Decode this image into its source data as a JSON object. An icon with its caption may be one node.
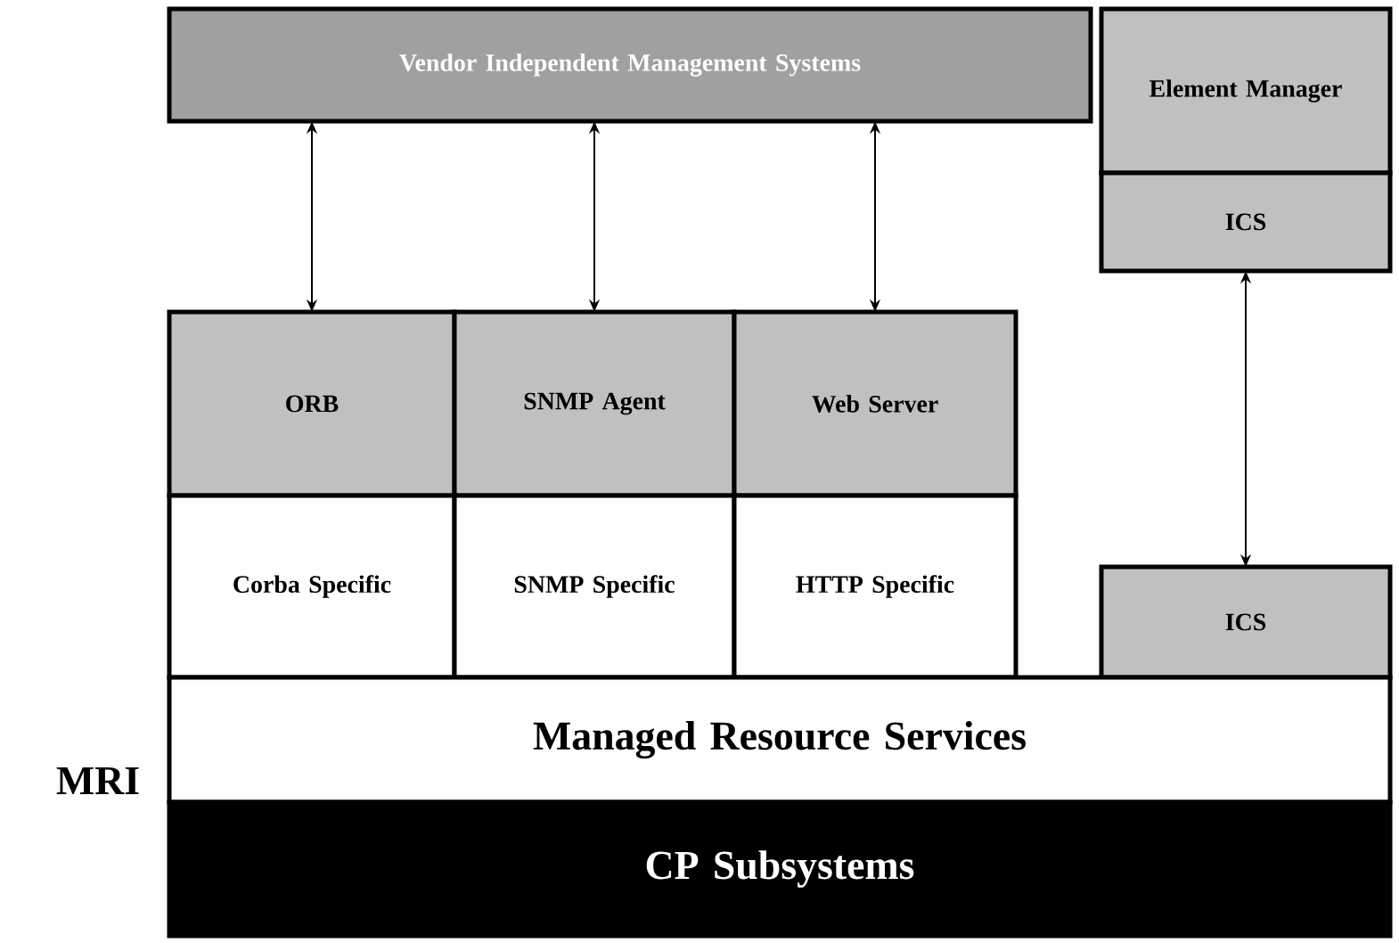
{
  "diagram": {
    "nodes": [
      {
        "text": [
          "Vendor Independent Management Systems"
        ]
      },
      {
        "text": [
          "Element Manager"
        ]
      },
      {
        "text": [
          "ICS"
        ]
      },
      {
        "text": [
          "ORB"
        ]
      },
      {
        "text": [
          "SNMP Agent"
        ]
      },
      {
        "text": [
          "Web Server"
        ]
      },
      {
        "text": [
          "Corba Specific"
        ]
      },
      {
        "text": [
          "SNMP Specific"
        ]
      },
      {
        "text": [
          "HTTP Specific"
        ]
      },
      {
        "text": [
          "ICS"
        ]
      },
      {
        "text": [
          "Managed Resource Services"
        ]
      },
      {
        "text": [
          "CP Subsystems"
        ]
      }
    ],
    "edges": [
      {
        "from": 0,
        "to": 3,
        "arrow": "both"
      },
      {
        "from": 0,
        "to": 4,
        "arrow": "both"
      },
      {
        "from": 0,
        "to": 5,
        "arrow": "both"
      },
      {
        "from": 2,
        "to": 9,
        "arrow": "both"
      }
    ],
    "labels": [
      "MRI"
    ]
  }
}
